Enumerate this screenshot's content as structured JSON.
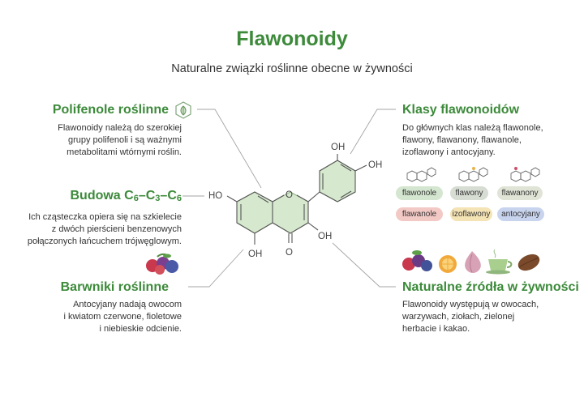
{
  "title": "Flawonoidy",
  "subtitle": "Naturalne związki roślinne obecne w żywności",
  "sections": {
    "polifenole": {
      "heading": "Polifenole roślinne",
      "lines": [
        "Flawonoidy należą do szerokiej",
        "grupy polifenoli i są ważnymi",
        "metabolitami wtórnymi roślin."
      ]
    },
    "budowa": {
      "heading_prefix": "Budowa ",
      "heading_c1": "C",
      "heading_s1": "6",
      "heading_d1": "–C",
      "heading_s2": "3",
      "heading_d2": "–C",
      "heading_s3": "6",
      "lines": [
        "Ich cząsteczka opiera się na szkielecie",
        "z dwóch pierścieni benzenowych",
        "połączonych łańcuchem trójwęglowym."
      ]
    },
    "barwniki": {
      "heading": "Barwniki roślinne",
      "lines": [
        "Antocyjany nadają owocom",
        "i kwiatom czerwone, fioletowe",
        "i niebieskie odcienie."
      ]
    },
    "klasy": {
      "heading": "Klasy flawonoidów",
      "lines": [
        "Do głównych klas należą flawonole,",
        "flawony, flawanony, flawanole,",
        "izoflawony i antocyjany."
      ]
    },
    "zrodla": {
      "heading": "Naturalne źródła w żywności",
      "lines": [
        "Flawonoidy występują w owocach,",
        "warzywach, ziołach, zielonej",
        "herbacie i kakao."
      ]
    }
  },
  "molecule_labels": {
    "oh_top1": "OH",
    "oh_top2": "OH",
    "ho_left": "HO",
    "oh_right": "OH",
    "oh_bottom": "OH",
    "o_ring": "O",
    "o_keto": "O"
  },
  "classes": [
    {
      "label": "flawonole",
      "color": "#d4e6cf"
    },
    {
      "label": "flawony",
      "color": "#d7ddd3"
    },
    {
      "label": "flawanony",
      "color": "#dfe4d6"
    },
    {
      "label": "flawanole",
      "color": "#f3c9c5"
    },
    {
      "label": "izoflawony",
      "color": "#f4e3b4"
    },
    {
      "label": "antocyjany",
      "color": "#c8d4ee"
    }
  ],
  "colors": {
    "accent": "#3c8a3a",
    "ring_fill": "#d6e9cf",
    "line": "#999999"
  },
  "icons": [
    "polyphenol-leaf-icon",
    "berries-icon",
    "fruits-vegetables-tea-cocoa-icon",
    "structure-icons"
  ]
}
